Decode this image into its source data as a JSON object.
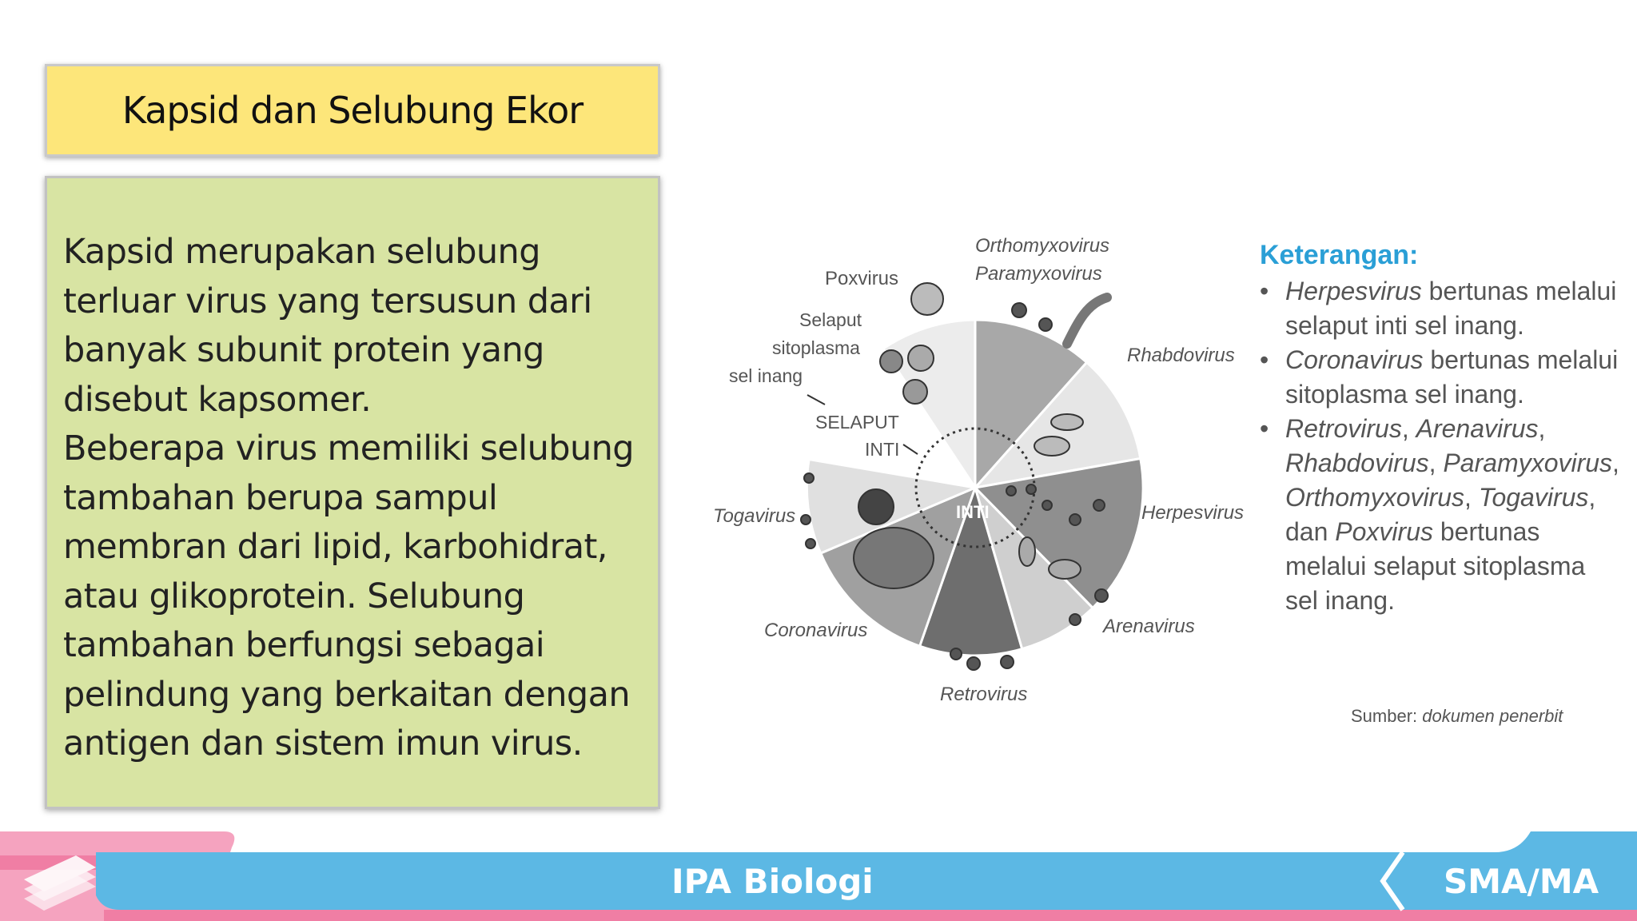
{
  "title": "Kapsid dan Selubung Ekor",
  "body_text": "Kapsid merupakan selubung terluar virus yang tersusun dari banyak subunit protein yang disebut kapsomer.\nBeberapa virus memiliki selubung tambahan berupa sampul membran dari lipid, karbohidrat, atau glikoprotein. Selubung tambahan berfungsi sebagai pelindung yang berkaitan dengan antigen dan sistem imun virus.",
  "diagram": {
    "labels": {
      "orthomyxovirus": "Orthomyxovirus",
      "paramyxovirus": "Paramyxovirus",
      "poxvirus": "Poxvirus",
      "selaput_line1": "Selaput",
      "selaput_line2": "sitoplasma",
      "selaput_line3": "sel inang",
      "selaput_inti_1": "SELAPUT",
      "selaput_inti_2": "INTI",
      "inti": "INTI",
      "rhabdovirus": "Rhabdovirus",
      "herpesvirus": "Herpesvirus",
      "togavirus": "Togavirus",
      "coronavirus": "Coronavirus",
      "arenavirus": "Arenavirus",
      "retrovirus": "Retrovirus"
    }
  },
  "legend": {
    "title": "Keterangan:",
    "bullet": "•",
    "items": [
      [
        {
          "text": "Herpesvirus",
          "italic": true
        },
        {
          "text": " bertunas melalui selaput inti sel inang.",
          "italic": false
        }
      ],
      [
        {
          "text": "Coronavirus",
          "italic": true
        },
        {
          "text": " bertunas melalui sitoplasma sel inang.",
          "italic": false
        }
      ],
      [
        {
          "text": "Retrovirus",
          "italic": true
        },
        {
          "text": ", ",
          "italic": false
        },
        {
          "text": "Arenavirus",
          "italic": true
        },
        {
          "text": ", ",
          "italic": false
        },
        {
          "text": "Rhabdovirus",
          "italic": true
        },
        {
          "text": ", ",
          "italic": false
        },
        {
          "text": "Paramyxovirus",
          "italic": true
        },
        {
          "text": ", ",
          "italic": false
        },
        {
          "text": "Orthomyxovirus",
          "italic": true
        },
        {
          "text": ", ",
          "italic": false
        },
        {
          "text": "Togavirus",
          "italic": true
        },
        {
          "text": ", dan ",
          "italic": false
        },
        {
          "text": "Poxvirus",
          "italic": true
        },
        {
          "text": " bertunas melalui selaput sitoplasma sel inang.",
          "italic": false
        }
      ]
    ]
  },
  "source": {
    "prefix": "Sumber: ",
    "name": "dokumen penerbit"
  },
  "footer": {
    "subject": "IPA Biologi",
    "level": "SMA/MA"
  },
  "colors": {
    "title_bg": "#fde67a",
    "body_bg": "#d8e4a3",
    "legend_title": "#2a9fd6",
    "footer_blue": "#5cb8e4",
    "footer_pink": "#f07ea4"
  }
}
